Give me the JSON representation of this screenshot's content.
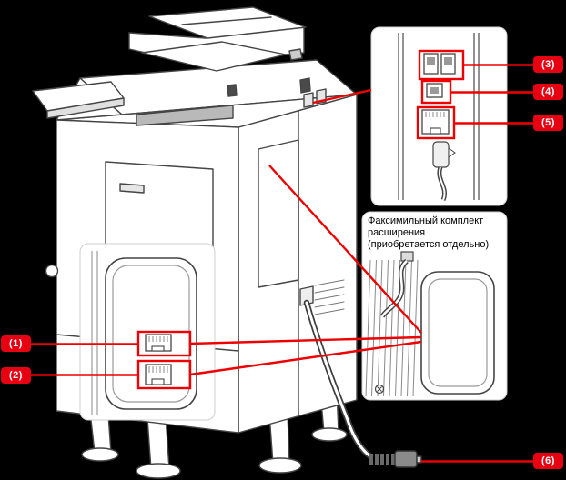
{
  "callouts": [
    {
      "label": "(1)"
    },
    {
      "label": "(2)"
    },
    {
      "label": "(3)"
    },
    {
      "label": "(4)"
    },
    {
      "label": "(5)"
    },
    {
      "label": "(6)"
    }
  ],
  "fax_note": {
    "lines": [
      "Факсимильный комплект",
      "расширения",
      "(приобретается отдельно)"
    ]
  },
  "colors": {
    "background": "#000000",
    "callout_line_red": "#ee0000",
    "callout_badge_red": "#e60012",
    "inset_background": "#ffffff",
    "line_art_stroke": "#454545"
  }
}
